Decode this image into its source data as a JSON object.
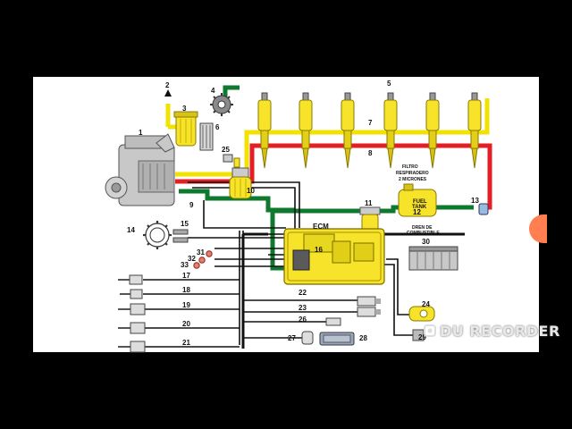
{
  "labels": {
    "n1": "1",
    "n2": "2",
    "n3": "3",
    "n4": "4",
    "n5": "5",
    "n6": "6",
    "n7": "7",
    "n8": "8",
    "n9": "9",
    "n10": "10",
    "n11": "11",
    "n12": "12",
    "n13": "13",
    "n14": "14",
    "n15": "15",
    "n16": "16",
    "n17": "17",
    "n18": "18",
    "n19": "19",
    "n20": "20",
    "n21": "21",
    "n22": "22",
    "n23": "23",
    "n24": "24",
    "n25": "25",
    "n26": "26",
    "n27": "27",
    "n28": "28",
    "n29": "29",
    "n30": "30",
    "n31": "31",
    "n32": "32",
    "n33": "33"
  },
  "text": {
    "ecm": "ECM",
    "filtro_1": "FILTRO",
    "filtro_2": "RESPIRADERO",
    "filtro_3": "2 MICRONES",
    "fuel_tank_1": "FUEL",
    "fuel_tank_2": "TANK",
    "dren_1": "DREN DE",
    "dren_2": "COMBUSTIBLE"
  },
  "watermark": "DU RECORDER",
  "colors": {
    "background": "#000000",
    "panel": "#ffffff",
    "supply_line": "#f2e200",
    "return_line": "#e31e24",
    "feed_line": "#0f7a2f",
    "wire": "#111111",
    "component_yellow": "#f7e32a",
    "component_gray": "#c8c8c8"
  }
}
